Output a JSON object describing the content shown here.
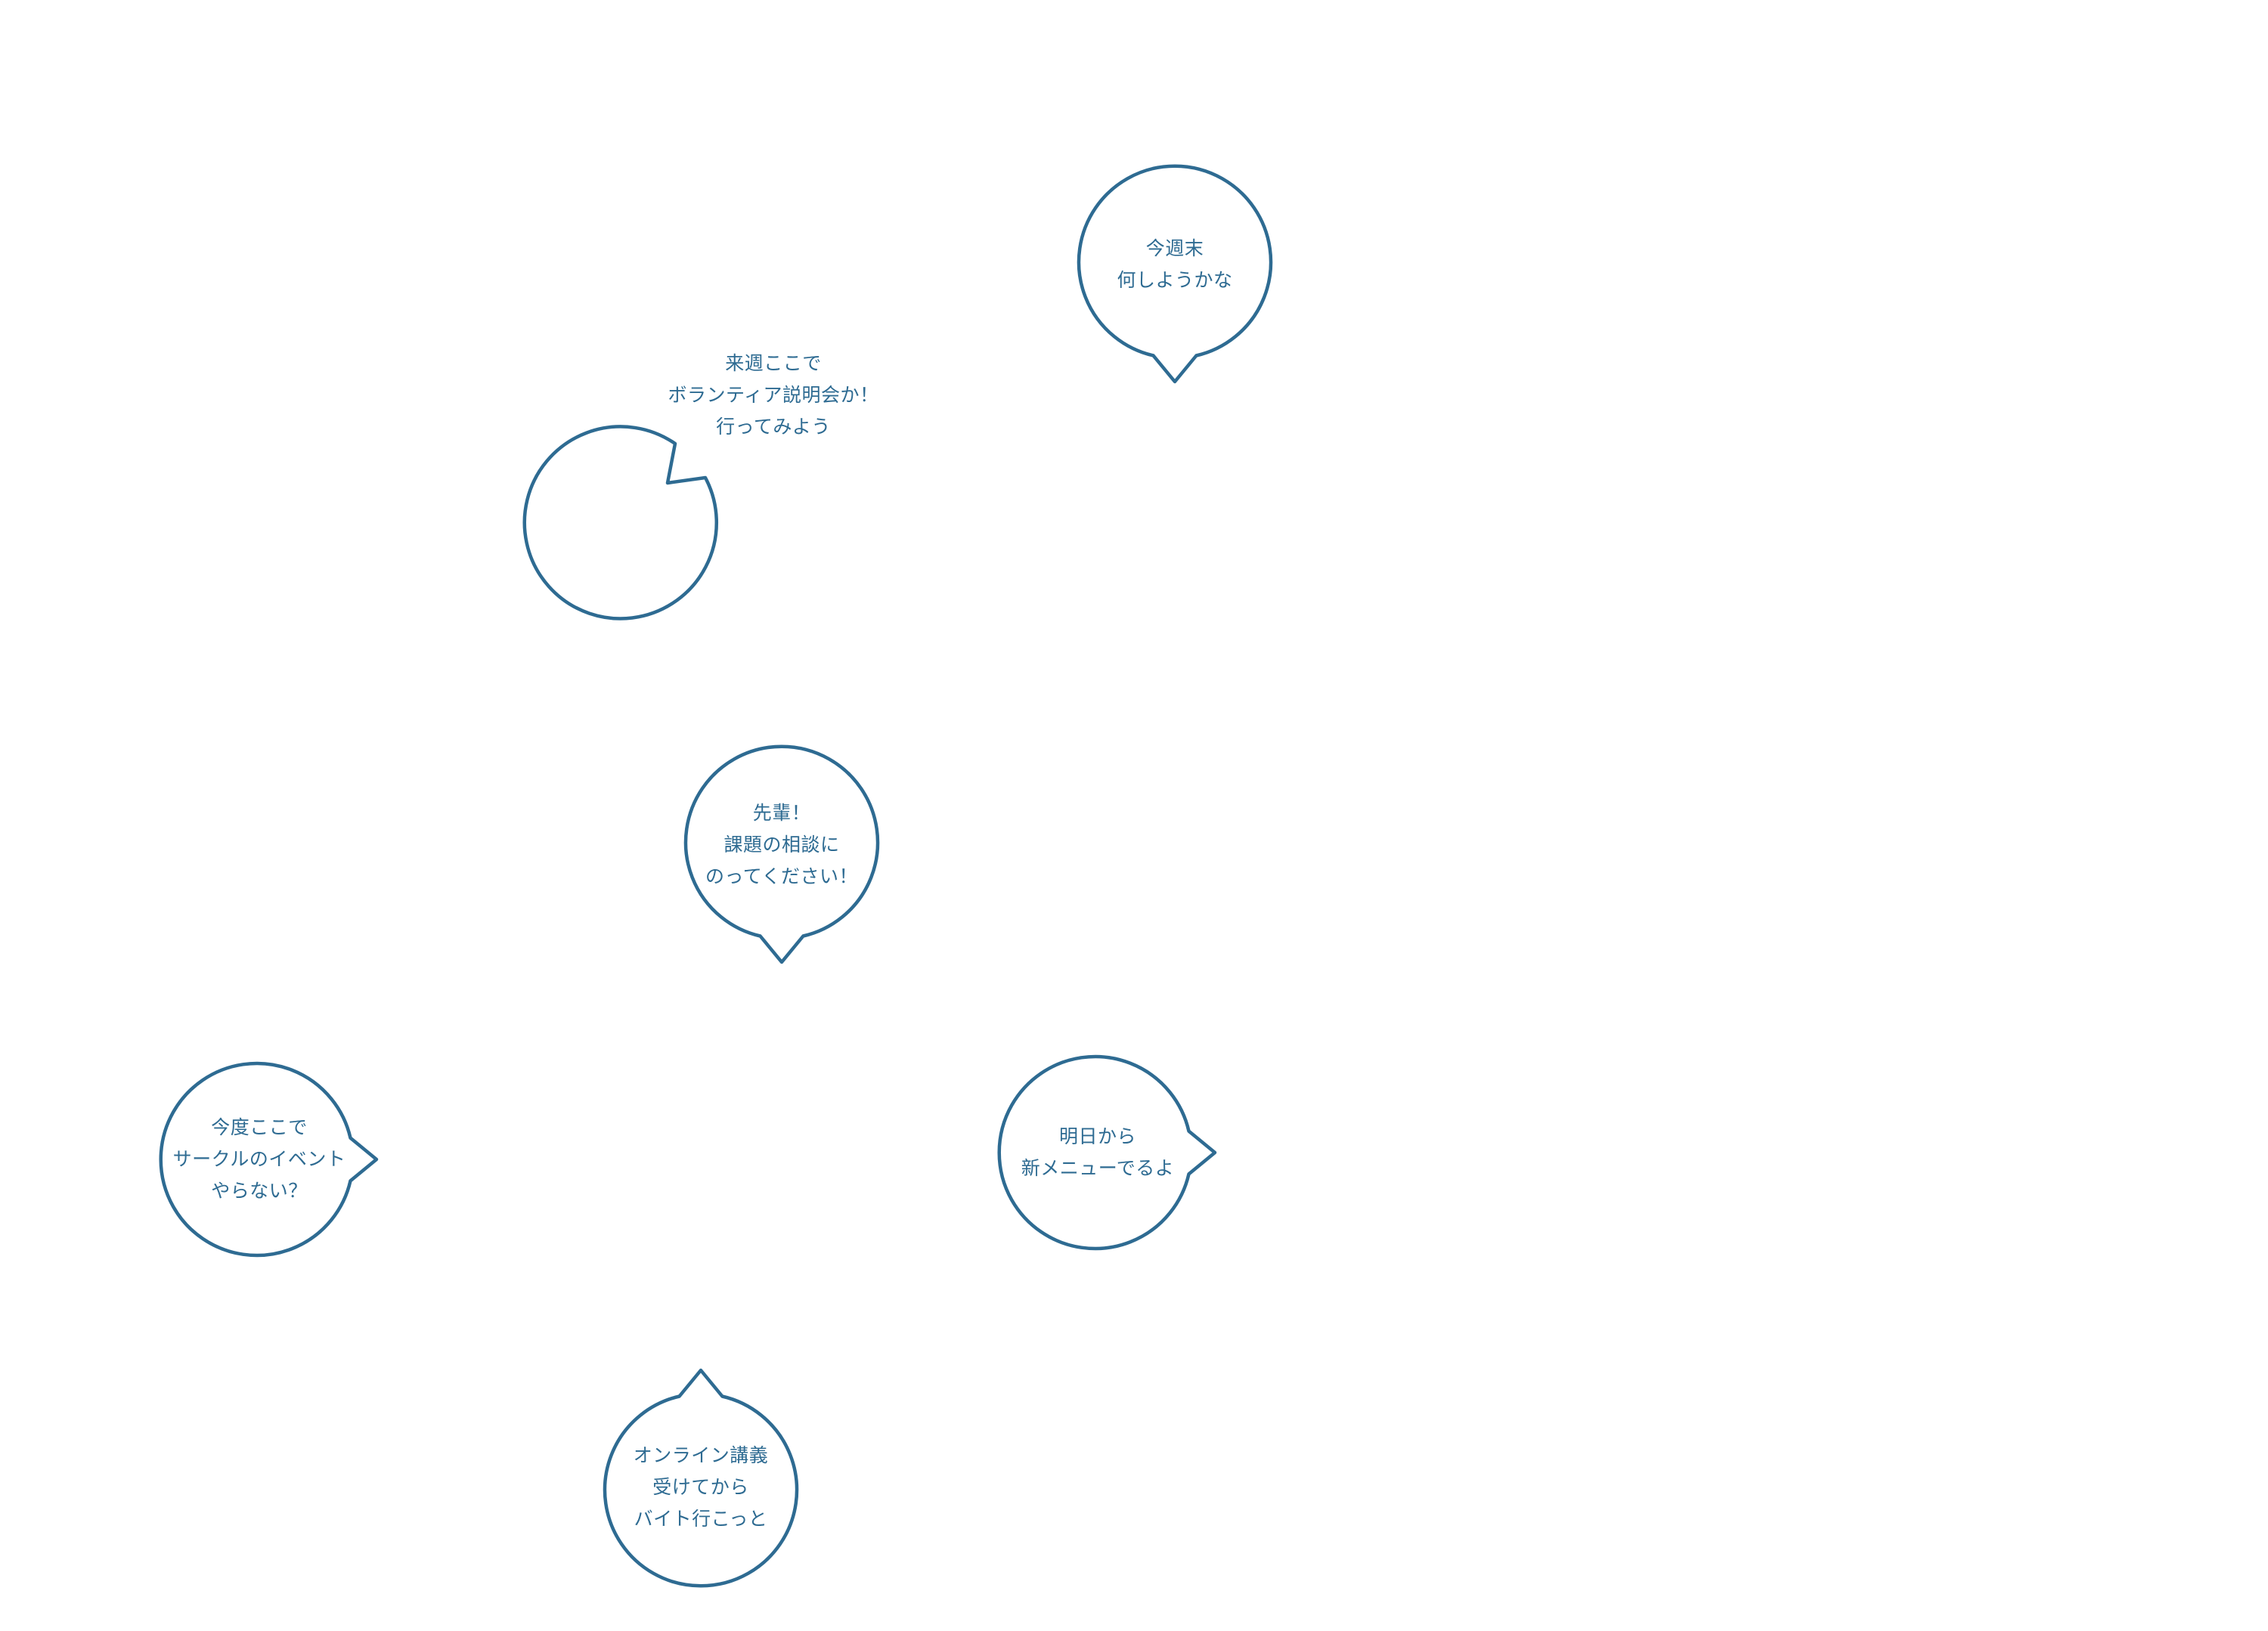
{
  "theme": {
    "outline_color": "#2e6b92",
    "text_color": "#2e6b92",
    "background": "#ffffff"
  },
  "bubbles": [
    {
      "id": "weekend",
      "tail": "bottom",
      "lines": [
        "今週末",
        "何しようかな"
      ]
    },
    {
      "id": "volunteer",
      "tail": "bottom-left",
      "lines": [
        "来週ここで",
        "ボランティア説明会か！",
        "行ってみよう"
      ]
    },
    {
      "id": "senpai",
      "tail": "bottom",
      "lines": [
        "先輩！",
        "課題の相談に",
        "のってください！"
      ]
    },
    {
      "id": "circle",
      "tail": "right",
      "lines": [
        "今度ここで",
        "サークルのイベント",
        "やらない？"
      ]
    },
    {
      "id": "menu",
      "tail": "right",
      "lines": [
        "明日から",
        "新メニューでるよ"
      ]
    },
    {
      "id": "online",
      "tail": "top",
      "lines": [
        "オンライン講義",
        "受けてから",
        "バイト行こっと"
      ]
    }
  ]
}
